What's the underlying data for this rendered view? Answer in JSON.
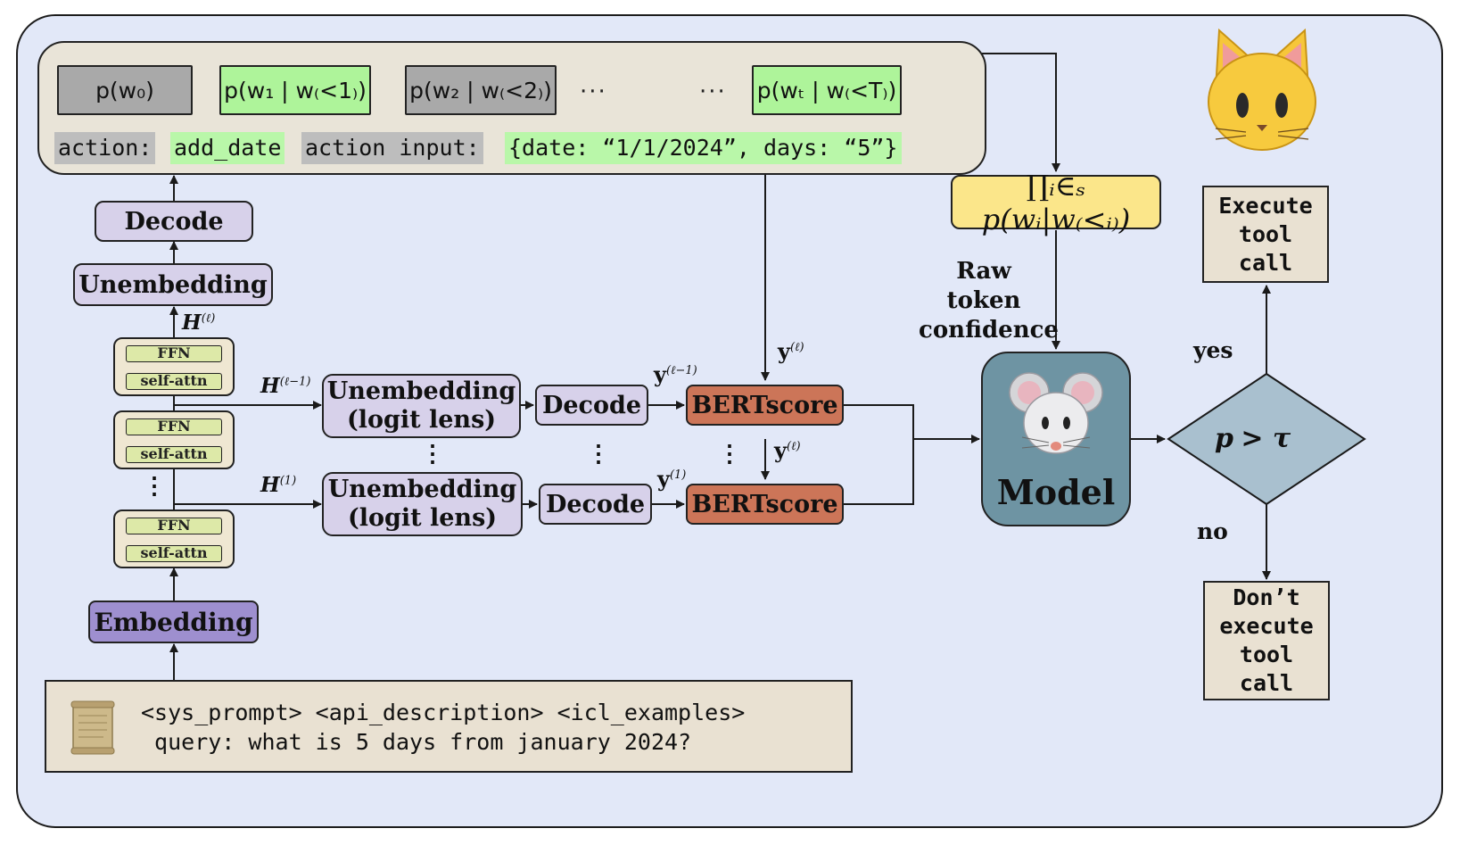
{
  "tokens": {
    "t0": "p(w₀)",
    "t1": "p(w₁ | w₍<1₎)",
    "t2": "p(w₂ | w₍<2₎)",
    "tT": "p(wₜ | w₍<T₎)",
    "dots": "···"
  },
  "action_line": {
    "action_key": "action:",
    "action_value": "add_date",
    "input_key": "action input:",
    "input_value": "{date: “1/1/2024”, days: “5”}"
  },
  "left_stack": {
    "decode": "Decode",
    "unembedding": "Unembedding",
    "ffn": "FFN",
    "self_attn": "self-attn",
    "embedding": "Embedding",
    "vdots": "⋮"
  },
  "lens_rows": {
    "lens_line1": "Unembedding",
    "lens_line2": "(logit lens)",
    "decode": "Decode",
    "bertscore": "BERTscore"
  },
  "math_labels": {
    "H_l": "H",
    "H_l_sup": "(ℓ)",
    "H_lm1": "H",
    "H_lm1_sup": "(ℓ−1)",
    "H_1": "H",
    "H_1_sup": "(1)",
    "y": "y",
    "y_l_sup": "(ℓ)",
    "y_lm1_sup": "(ℓ−1)",
    "y_1_sup": "(1)"
  },
  "product_formula": "∏ᵢ∈ₛ p(wᵢ|w₍<ᵢ₎)",
  "raw_confidence": {
    "line1": "Raw token",
    "line2": "confidence"
  },
  "model_label": "Model",
  "decision": {
    "p": "p",
    "gt": ">",
    "tau": "τ",
    "yes": "yes",
    "no": "no"
  },
  "execute": {
    "line1": "Execute",
    "line2": "tool",
    "line3": "call"
  },
  "dont_execute": {
    "line1": "Don’t",
    "line2": "execute",
    "line3": "tool",
    "line4": "call"
  },
  "input": {
    "line1": "<sys_prompt> <api_description> <icl_examples>",
    "line2": " query: what is 5 days from january 2024?"
  },
  "colors": {
    "frame_bg": "#e2e8f8",
    "token_gray": "#a9a9a9",
    "token_green": "#aef49a",
    "lavender": "#d7d1ea",
    "embedding": "#9e8fcf",
    "bertscore": "#cc7558",
    "product": "#fbe68a",
    "model": "#6e94a3",
    "decision": "#a9c0cf"
  },
  "icons": [
    "cat-face-icon",
    "mouse-face-icon",
    "scroll-icon"
  ]
}
